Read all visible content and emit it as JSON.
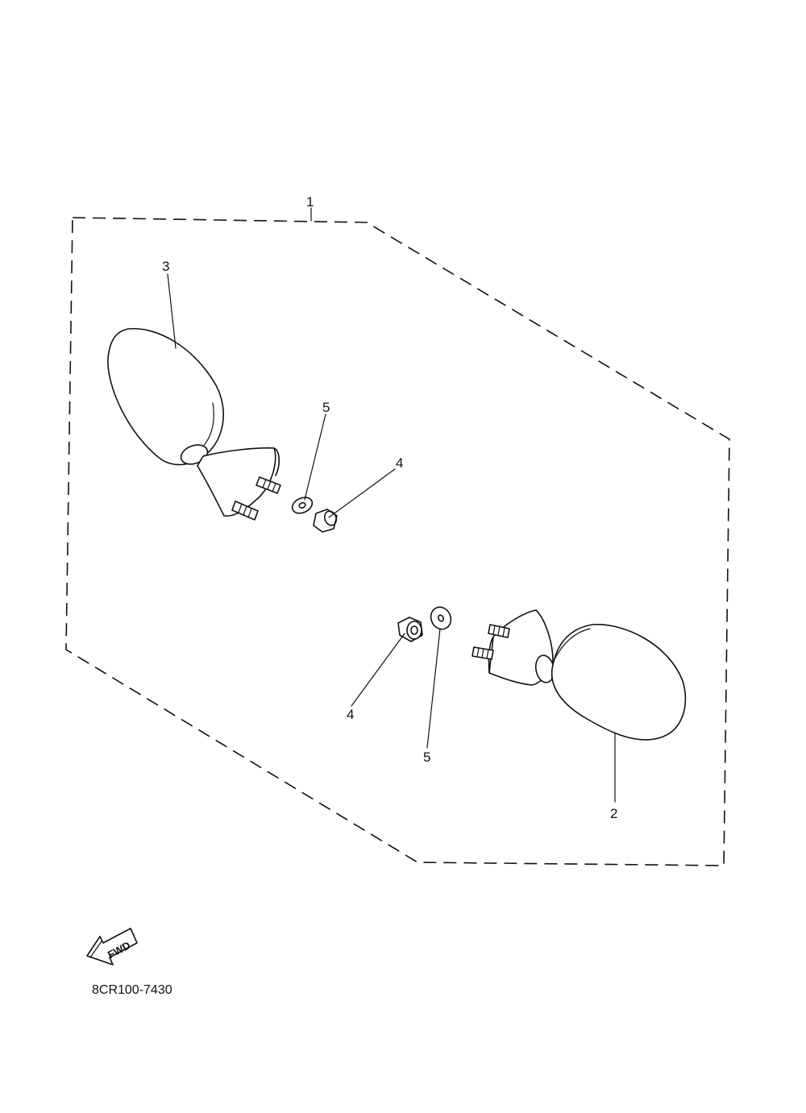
{
  "callouts": {
    "c1": "1",
    "c2": "2",
    "c3": "3",
    "c4a": "4",
    "c4b": "4",
    "c5a": "5",
    "c5b": "5"
  },
  "fwd_label": "FWD",
  "drawing_code": "8CR100-7430"
}
